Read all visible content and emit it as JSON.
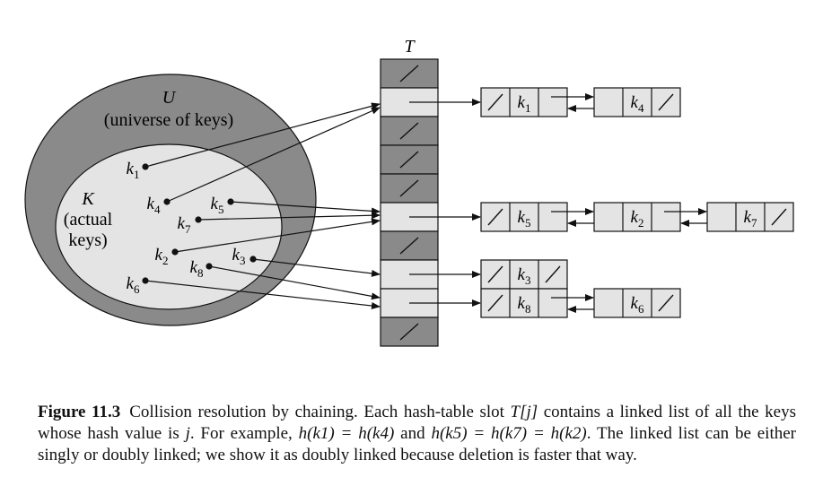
{
  "table": {
    "label": "T",
    "slots": [
      {
        "state": "nil"
      },
      {
        "state": "pointer",
        "chain": [
          {
            "key": "k",
            "sub": "1"
          },
          {
            "key": "k",
            "sub": "4"
          }
        ]
      },
      {
        "state": "nil"
      },
      {
        "state": "nil"
      },
      {
        "state": "nil"
      },
      {
        "state": "pointer",
        "chain": [
          {
            "key": "k",
            "sub": "5"
          },
          {
            "key": "k",
            "sub": "2"
          },
          {
            "key": "k",
            "sub": "7"
          }
        ]
      },
      {
        "state": "nil"
      },
      {
        "state": "pointer",
        "chain": [
          {
            "key": "k",
            "sub": "3"
          }
        ]
      },
      {
        "state": "pointer",
        "chain": [
          {
            "key": "k",
            "sub": "8"
          },
          {
            "key": "k",
            "sub": "6"
          }
        ]
      },
      {
        "state": "nil"
      }
    ]
  },
  "universe": {
    "label": "U",
    "sublabel": "(universe of keys)"
  },
  "actual": {
    "label": "K",
    "sublabel_line1": "(actual",
    "sublabel_line2": "keys)"
  },
  "keys": [
    {
      "id": "k1",
      "key": "k",
      "sub": "1",
      "slot": 1
    },
    {
      "id": "k4",
      "key": "k",
      "sub": "4",
      "slot": 1
    },
    {
      "id": "k5",
      "key": "k",
      "sub": "5",
      "slot": 5
    },
    {
      "id": "k7",
      "key": "k",
      "sub": "7",
      "slot": 5
    },
    {
      "id": "k2",
      "key": "k",
      "sub": "2",
      "slot": 5
    },
    {
      "id": "k3",
      "key": "k",
      "sub": "3",
      "slot": 7
    },
    {
      "id": "k8",
      "key": "k",
      "sub": "8",
      "slot": 8
    },
    {
      "id": "k6",
      "key": "k",
      "sub": "6",
      "slot": 8
    }
  ],
  "caption": {
    "figure_label": "Figure 11.3",
    "text_1": "Collision resolution by chaining. Each hash-table slot ",
    "slot_expr": "T[j]",
    "text_2": " contains a linked list of all the keys whose hash value is ",
    "j": "j",
    "text_3": ". For example, ",
    "eq_1": "h(k1) = h(k4)",
    "text_4": " and ",
    "eq_2": "h(k5) = h(k7) = h(k2)",
    "text_5": ". The linked list can be either singly or doubly linked; we show it as doubly linked because deletion is faster that way."
  },
  "colors": {
    "dark_gray": "#8a8a8a",
    "light_gray": "#e4e4e4",
    "stroke": "#111111"
  }
}
